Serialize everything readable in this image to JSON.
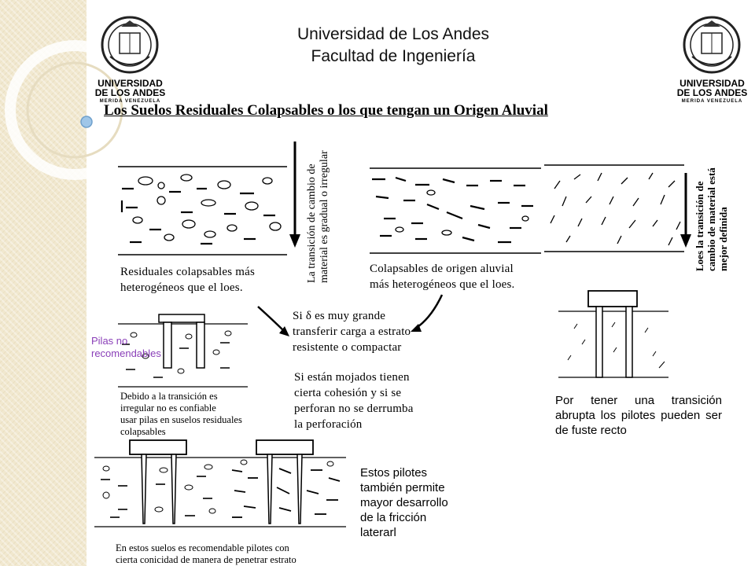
{
  "header": {
    "line1": "Universidad de Los Andes",
    "line2": "Facultad de Ingeniería"
  },
  "logos": {
    "left_text1": "UNIVERSIDAD",
    "left_text2": "DE LOS ANDES",
    "left_text3": "MERIDA VENEZUELA",
    "right_text1": "UNIVERSIDAD",
    "right_text2": "DE LOS ANDES",
    "right_text3": "MERIDA VENEZUELA"
  },
  "title": "Los Suelos Residuales Colapsables o los que tengan un Origen Aluvial",
  "diagrams": {
    "vertical_label_1": [
      "La transición de cambio de",
      "material es gradual o irregular"
    ],
    "vertical_label_2": [
      "Loes la transición de",
      "cambio de material está",
      "mejor definida"
    ],
    "caption_residual": [
      "Residuales colapsables más",
      "heterogéneos que el loes."
    ],
    "caption_aluvial": [
      "Colapsables de origen aluvial",
      "más heterogéneos que el loes."
    ],
    "note_delta": [
      "Si δ es muy grande",
      "transferir carga a estrato",
      "resistente o compactar"
    ],
    "note_mojados": [
      "Si están mojados tienen",
      "cierta cohesión y si se",
      "perforan no se derrumba",
      "la perforación"
    ],
    "pilas_label": [
      "Pilas no",
      "recomendables"
    ],
    "note_pilas": [
      "Debido a la transición es",
      "irregular no es confiable",
      "usar pilas en suselos residuales",
      "colapsables"
    ],
    "note_recto": "Por tener una transición abrupta los pilotes pueden ser de fuste recto",
    "note_friccion": [
      "Estos pilotes",
      "también permite",
      "mayor desarrollo",
      "de la fricción",
      "laterarl"
    ],
    "note_conicidad": [
      "En estos suelos es recomendable pilotes con",
      "cierta conicidad de manera de penetrar estrato"
    ]
  }
}
